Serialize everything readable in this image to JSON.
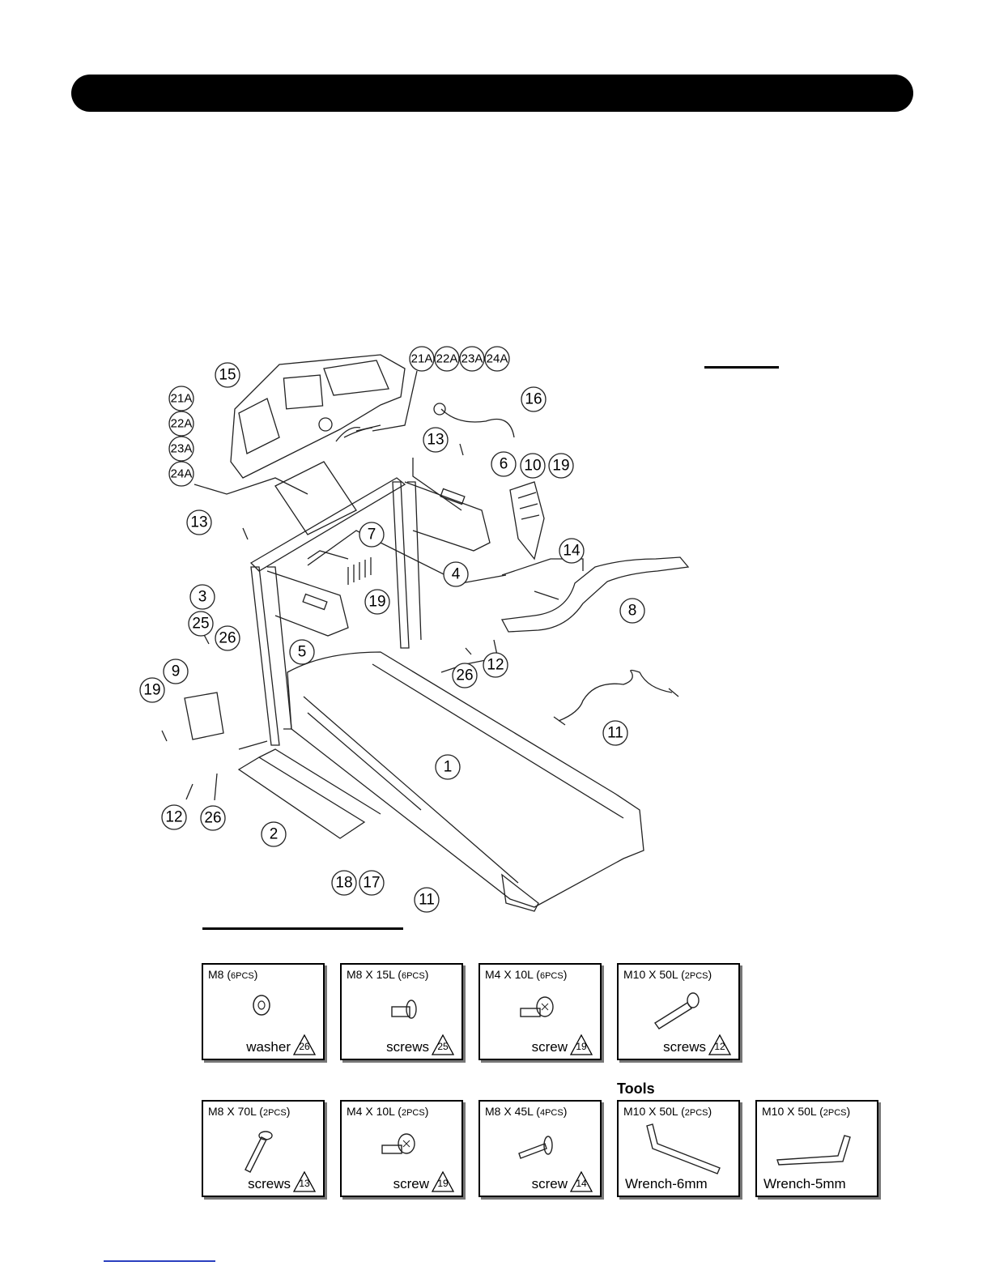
{
  "parts_diagram": {
    "labels": {
      "p1": "1",
      "p2": "2",
      "p3": "3",
      "p4": "4",
      "p5": "5",
      "p6": "6",
      "p7": "7",
      "p8": "8",
      "p9": "9",
      "p10": "10",
      "p11a": "11",
      "p11b": "11",
      "p12a": "12",
      "p12b": "12",
      "p13a": "13",
      "p13b": "13",
      "p14": "14",
      "p15": "15",
      "p16": "16",
      "p17": "17",
      "p18": "18",
      "p19a": "19",
      "p19b": "19",
      "p19c": "19",
      "p25": "25",
      "p26a": "26",
      "p26b": "26",
      "c21": "21A",
      "c22": "22A",
      "c23": "23A",
      "c24": "24A",
      "t21": "21A",
      "t22": "22A",
      "t23": "23A",
      "t24": "24A"
    }
  },
  "hardware": {
    "row1": [
      {
        "spec": "M8",
        "qty": "6PCS",
        "item": "washer",
        "num": "26"
      },
      {
        "spec": "M8 X 15L",
        "qty": "6PCS",
        "item": "screws",
        "num": "25"
      },
      {
        "spec": "M4 X 10L",
        "qty": "6PCS",
        "item": "screw",
        "num": "19"
      },
      {
        "spec": "M10 X 50L",
        "qty": "2PCS",
        "item": "screws",
        "num": "12"
      }
    ],
    "row2": [
      {
        "spec": "M8 X 70L",
        "qty": "2PCS",
        "item": "screws",
        "num": "13"
      },
      {
        "spec": "M4 X 10L",
        "qty": "2PCS",
        "item": "screw",
        "num": "19"
      },
      {
        "spec": "M8 X 45L",
        "qty": "4PCS",
        "item": "screw",
        "num": "14"
      }
    ],
    "tools_label": "Tools",
    "tools": [
      {
        "spec": "M10 X 50L",
        "qty": "2PCS",
        "item": "Wrench-6mm"
      },
      {
        "spec": "M10 X 50L",
        "qty": "2PCS",
        "item": "Wrench-5mm"
      }
    ]
  }
}
